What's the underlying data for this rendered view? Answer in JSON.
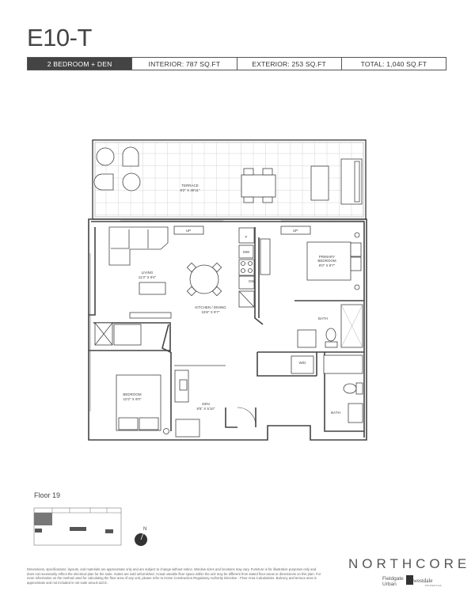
{
  "unit": {
    "name": "E10-T"
  },
  "specs": {
    "type": "2 BEDROOM + DEN",
    "interior": "INTERIOR: 787 SQ.FT",
    "exterior": "EXTERIOR: 253 SQ.FT",
    "total": "TOTAL: 1,040 SQ.FT"
  },
  "rooms": {
    "terrace": {
      "name": "TERRACE",
      "dims": "8'2\" X 30'11\""
    },
    "living": {
      "name": "LIVING",
      "dims": "11'3\" X 9'4\""
    },
    "kitchen": {
      "name": "KITCHEN / DINING",
      "dims": "15'8\" X 9'7\""
    },
    "primary": {
      "name1": "PRIMARY",
      "name2": "BEDROOM",
      "dims": "9'0\" X 9'7\""
    },
    "bath1": {
      "name": "BATH"
    },
    "bath2": {
      "name": "BATH"
    },
    "bedroom": {
      "name": "BEDROOM",
      "dims": "10'2\" X 9'0\""
    },
    "den": {
      "name": "DEN",
      "dims": "8'5\" X 5'10\""
    }
  },
  "fixtures": {
    "up1": "UP",
    "up2": "UP",
    "fridge": "F",
    "microwave": "MW",
    "dishwasher": "DW",
    "washer_dryer": "W/D"
  },
  "keyplan": {
    "floor": "Floor 19",
    "north": "N"
  },
  "disclaimer": "Dimensions, specifications, layouts, and materials are approximate only and are subject to change without notice. Window sizes and locations may vary. Furniture is for illustration purposes only and does not necessarily reflect the electrical plan for the suite. Suites are sold unfurnished. Actual useable floor space within the unit may be different from stated floor areas or dimensions on this plan. For more information on the method used for calculating the floor area of any unit, please refer to Home Construction Regulatory Authority Directive - Floor Area Calculations. Balcony and terrace area is approximate and not included in net suite area.E.&O.E.",
  "branding": {
    "project": "NORTHCORE",
    "dev1_line1": "Fieldgate",
    "dev1_line2": "Urban",
    "dev2": "westdale",
    "dev2_sub": "PROPERTIES"
  }
}
